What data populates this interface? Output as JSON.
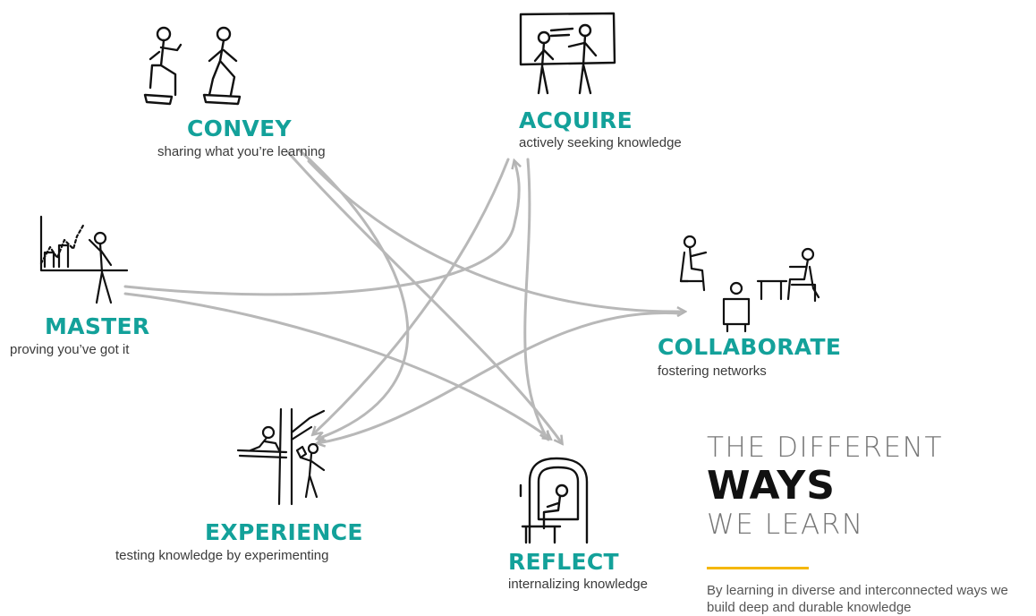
{
  "nodes": {
    "convey": {
      "title": "CONVEY",
      "subtitle": "sharing what you’re learning"
    },
    "acquire": {
      "title": "ACQUIRE",
      "subtitle": "actively seeking knowledge"
    },
    "master": {
      "title": "MASTER",
      "subtitle": "proving you’ve got it"
    },
    "collaborate": {
      "title": "COLLABORATE",
      "subtitle": "fostering networks"
    },
    "experience": {
      "title": "EXPERIENCE",
      "subtitle": "testing knowledge by experimenting"
    },
    "reflect": {
      "title": "REFLECT",
      "subtitle": "internalizing knowledge"
    }
  },
  "heading": {
    "line1": "THE DIFFERENT",
    "line2": "WAYS",
    "line3": "WE LEARN"
  },
  "tagline": "By learning in diverse and interconnected ways we build deep and durable knowledge",
  "colors": {
    "accent": "#13a19a",
    "rule": "#f5b700",
    "arrow": "#b3b3b3"
  }
}
